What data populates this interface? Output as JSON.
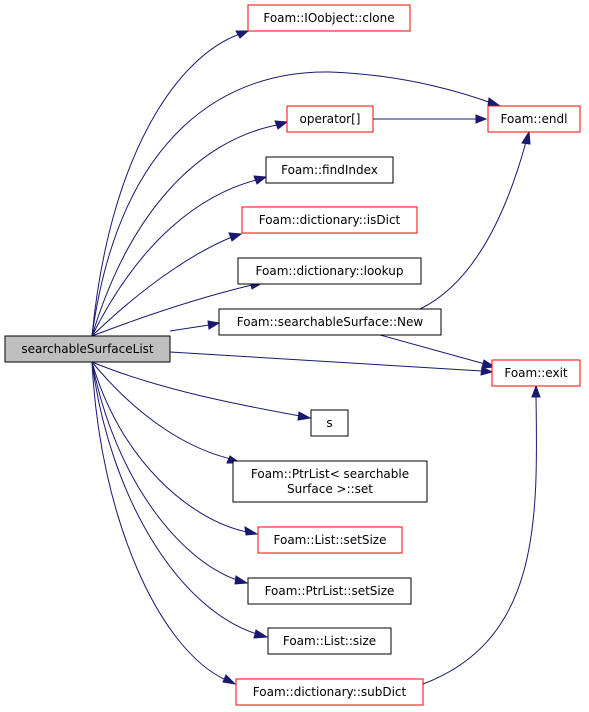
{
  "colors": {
    "edge": "#191970",
    "border_normal": "#000000",
    "border_truncated": "#ff0000",
    "root_fill": "#bfbfbf",
    "node_fill": "#ffffff"
  },
  "nodes": [
    {
      "id": "root",
      "lines": [
        "searchableSurfaceList"
      ],
      "style": "root"
    },
    {
      "id": "clone",
      "lines": [
        "Foam::IOobject::clone"
      ],
      "style": "truncated"
    },
    {
      "id": "endl",
      "lines": [
        "Foam::endl"
      ],
      "style": "truncated"
    },
    {
      "id": "operator",
      "lines": [
        "operator[]"
      ],
      "style": "truncated"
    },
    {
      "id": "findIndex",
      "lines": [
        "Foam::findIndex"
      ],
      "style": "normal"
    },
    {
      "id": "isDict",
      "lines": [
        "Foam::dictionary::isDict"
      ],
      "style": "truncated"
    },
    {
      "id": "lookup",
      "lines": [
        "Foam::dictionary::lookup"
      ],
      "style": "normal"
    },
    {
      "id": "New",
      "lines": [
        "Foam::searchableSurface::New"
      ],
      "style": "normal"
    },
    {
      "id": "exit",
      "lines": [
        "Foam::exit"
      ],
      "style": "truncated"
    },
    {
      "id": "s",
      "lines": [
        "s"
      ],
      "style": "normal"
    },
    {
      "id": "set",
      "lines": [
        "Foam::PtrList< searchable",
        "Surface >::set"
      ],
      "style": "normal"
    },
    {
      "id": "ListSetSize",
      "lines": [
        "Foam::List::setSize"
      ],
      "style": "truncated"
    },
    {
      "id": "PtrListSetSize",
      "lines": [
        "Foam::PtrList::setSize"
      ],
      "style": "normal"
    },
    {
      "id": "size",
      "lines": [
        "Foam::List::size"
      ],
      "style": "normal"
    },
    {
      "id": "subDict",
      "lines": [
        "Foam::dictionary::subDict"
      ],
      "style": "truncated"
    }
  ],
  "edges": [
    {
      "from": "root",
      "to": "clone"
    },
    {
      "from": "root",
      "to": "endl"
    },
    {
      "from": "root",
      "to": "operator"
    },
    {
      "from": "operator",
      "to": "endl"
    },
    {
      "from": "root",
      "to": "findIndex"
    },
    {
      "from": "root",
      "to": "isDict"
    },
    {
      "from": "root",
      "to": "lookup"
    },
    {
      "from": "root",
      "to": "New"
    },
    {
      "from": "New",
      "to": "endl"
    },
    {
      "from": "New",
      "to": "exit"
    },
    {
      "from": "root",
      "to": "exit"
    },
    {
      "from": "root",
      "to": "s"
    },
    {
      "from": "root",
      "to": "set"
    },
    {
      "from": "root",
      "to": "ListSetSize"
    },
    {
      "from": "root",
      "to": "PtrListSetSize"
    },
    {
      "from": "root",
      "to": "size"
    },
    {
      "from": "root",
      "to": "subDict"
    },
    {
      "from": "subDict",
      "to": "exit"
    }
  ]
}
